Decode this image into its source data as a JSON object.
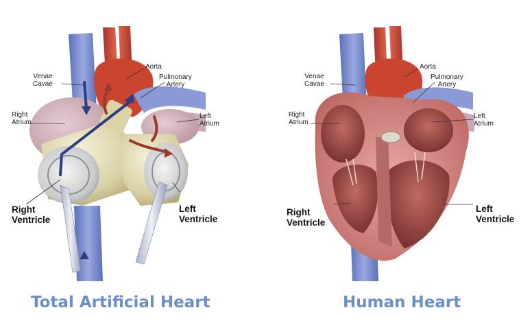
{
  "artificial": {
    "venae_cavae": "Venae\nCavae",
    "aorta": "Aorta",
    "pulmonary_artery": "Pulmonary\nArtery",
    "right_atrium": "Right\nAtrium",
    "left_atrium": "Left\nAtrium",
    "right_ventricle": "Right\nVentricle",
    "left_ventricle": "Left\nVentricle",
    "caption": "Total Artificial Heart"
  },
  "human": {
    "venae_cavae": "Venae\nCavae",
    "aorta": "Aorta",
    "pulmonary_artery": "Pulmonary\nArtery",
    "right_atrium": "Right\nAtrium",
    "left_atrium": "Left\nAtrium",
    "right_ventricle": "Right\nVentricle",
    "left_ventricle": "Left\nVentricle",
    "caption": "Human Heart"
  },
  "colors": {
    "caption": "#6d8fc4",
    "vein": "#7d8fd0",
    "artery": "#c84a35",
    "device": "#e2dcb8",
    "muscle": "#c77a78",
    "flow_arrow": "#2d3e80",
    "oxygenated_arrow": "#9a3a2a"
  }
}
